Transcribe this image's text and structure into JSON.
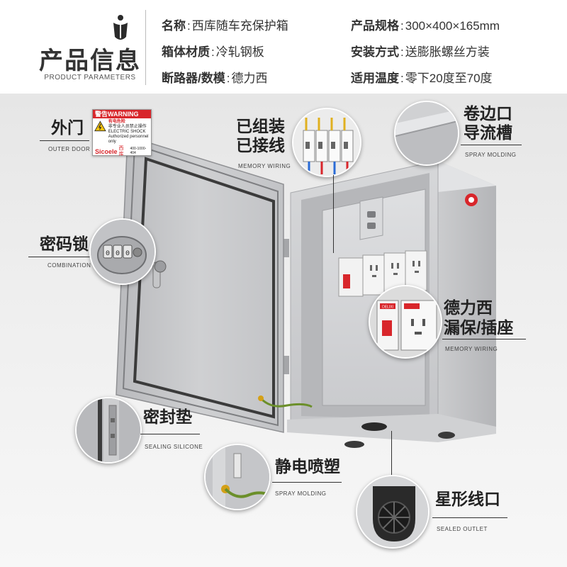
{
  "header": {
    "title": "产品信息",
    "subtitle": "PRODUCT PARAMETERS",
    "specs": [
      {
        "key": "名称",
        "value": "西库随车充保护箱"
      },
      {
        "key": "箱体材质",
        "value": "冷轧钢板"
      },
      {
        "key": "断路器/数模",
        "value": "德力西"
      },
      {
        "key": "产品规格",
        "value": "300×400×165mm"
      },
      {
        "key": "安装方式",
        "value": "送膨胀螺丝方装"
      },
      {
        "key": "适用温度",
        "value": "零下20度至70度"
      }
    ]
  },
  "callouts": {
    "outer_door": {
      "cn": "外门",
      "en": "OUTER DOOR"
    },
    "memory_wiring": {
      "cn1": "已组装",
      "cn2": "已接线",
      "en": "MEMORY WIRING"
    },
    "spray_molding_top": {
      "cn1": "卷边口",
      "cn2": "导流槽",
      "en": "SPRAY MOLDING"
    },
    "combination": {
      "cn": "密码锁",
      "en": "COMBINATION"
    },
    "delixi": {
      "cn1": "德力西",
      "cn2": "漏保/插座",
      "en": "MEMORY WIRING"
    },
    "sealing": {
      "cn": "密封垫",
      "en": "SEALING SILICONE"
    },
    "spray_molding_bottom": {
      "cn": "静电喷塑",
      "en": "SPRAY MOLDING"
    },
    "sealed_outlet": {
      "cn": "星形线口",
      "en": "SEALED OUTLET"
    }
  },
  "warning_label": {
    "title": "警告WARNING",
    "line1": "有电危险",
    "line2": "非专业人员禁止操作",
    "line3": "ELECTRIC SHOCK",
    "line4": "Authorized personnel only",
    "brand": "Sicoele",
    "brand_cn": "西库",
    "phone": "400-1000-404"
  },
  "breaker_brand": "DELIXI",
  "colors": {
    "accent_red": "#d8262b",
    "box_gray": "#c9cacc",
    "text_dark": "#222222"
  }
}
